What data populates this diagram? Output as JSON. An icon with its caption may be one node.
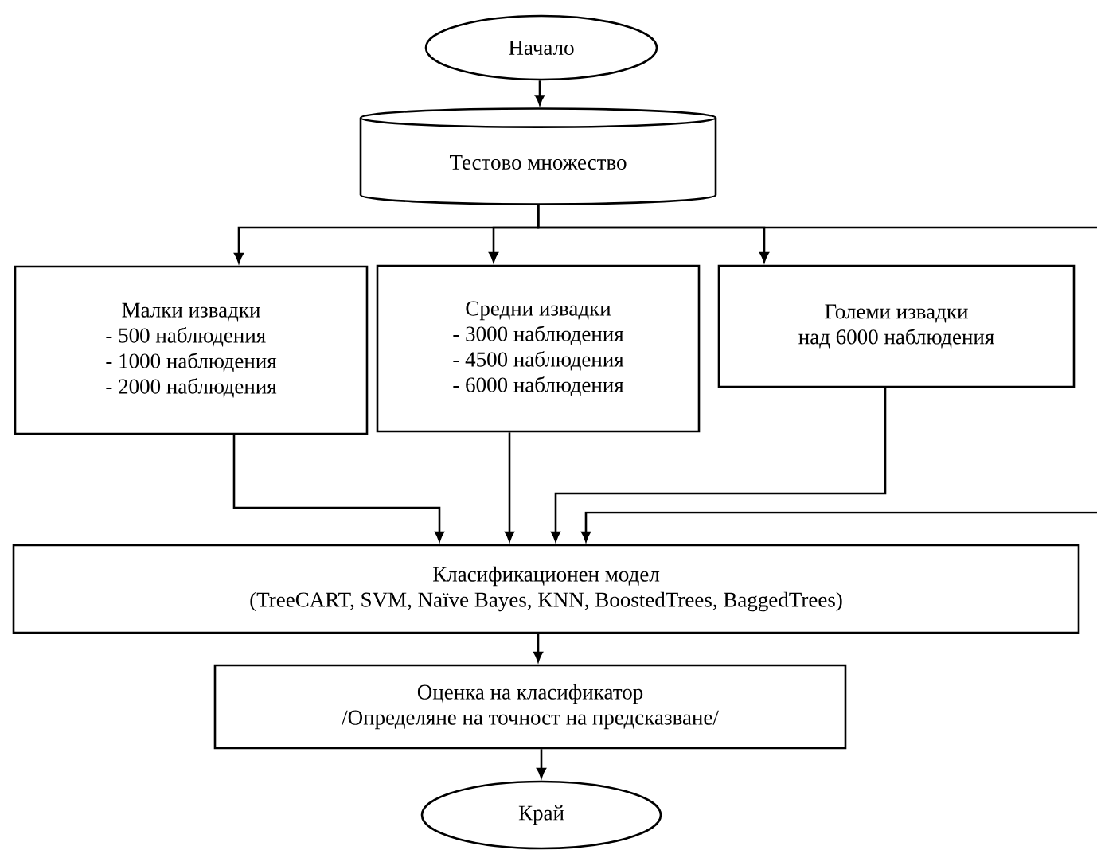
{
  "diagram": {
    "nodes": [
      {
        "text": [
          "Начало"
        ]
      },
      {
        "text": [
          "Тестово множество"
        ]
      },
      {
        "text": [
          "Малки извадки",
          "- 500 наблюдения",
          "- 1000 наблюдения",
          "- 2000 наблюдения"
        ]
      },
      {
        "text": [
          "Средни извадки",
          "- 3000 наблюдения",
          "- 4500 наблюдения",
          "- 6000 наблюдения"
        ]
      },
      {
        "text": [
          "Големи извадки",
          "над 6000 наблюдения"
        ]
      },
      {
        "text": [
          "Класификационен модел",
          "(TreeCART, SVM, Naïve Bayes, KNN, BoostedTrees, BaggedTrees)"
        ]
      },
      {
        "text": [
          "Оценка на класификатор",
          "/Определяне на точност на предсказване/"
        ]
      },
      {
        "text": [
          "Край"
        ]
      }
    ],
    "edges": [
      {
        "from": 0,
        "to": 1,
        "arrow": "to"
      },
      {
        "from": 1,
        "to": 2,
        "arrow": "to"
      },
      {
        "from": 1,
        "to": 3,
        "arrow": "to"
      },
      {
        "from": 1,
        "to": 4,
        "arrow": "to"
      },
      {
        "from": 1,
        "to": null,
        "arrow": "none"
      },
      {
        "from": 2,
        "to": 5,
        "arrow": "to"
      },
      {
        "from": 3,
        "to": 5,
        "arrow": "to"
      },
      {
        "from": 4,
        "to": 5,
        "arrow": "to"
      },
      {
        "from": null,
        "to": 5,
        "arrow": "to"
      },
      {
        "from": 5,
        "to": 6,
        "arrow": "to"
      },
      {
        "from": 6,
        "to": 7,
        "arrow": "to"
      }
    ]
  }
}
